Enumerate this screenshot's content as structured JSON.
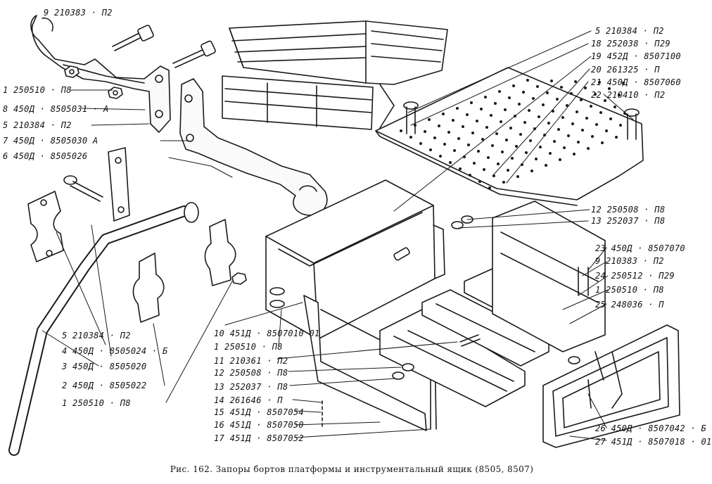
{
  "caption": "Рис. 162. Запоры бортов платформы и инструментальный ящик (8505, 8507)",
  "callouts": {
    "c01": "9  210383 · П2",
    "c02": "1   250510 · П8",
    "c03": "8   450Д · 8505031 · А",
    "c04": "5   210384 · П2",
    "c05": "7   450Д · 8505030 А",
    "c06": "6   450Д · 8505026",
    "c07": "5   210384 · П2",
    "c08": "4   450Д · 8505024 · Б",
    "c09": "3   450Д · 8505020",
    "c10": "2   450Д · 8505022",
    "c11": "1   250510 · П8",
    "c12": "10  451Д · 8507010 01",
    "c13": "1   250510 · П8",
    "c14": "11  210361 · П2",
    "c15": "12  250508 · П8",
    "c16": "13  252037 · П8",
    "c17": "14  261646   · П",
    "c18": "15  451Д · 8507054",
    "c19": "16  451Д · 8507050",
    "c20": "17  451Д · 8507052",
    "c21": "5   210384 · П2",
    "c22": "18  252038 · П29",
    "c23": "19  452Д · 8507100",
    "c24": "20  261325 · П",
    "c25": "21  450Д · 8507060",
    "c26": "22  210410 · П2",
    "c27": "12  250508 · П8",
    "c28": "13  252037 · П8",
    "c29": "23  450Д · 8507070",
    "c30": "9   210383 · П2",
    "c31": "24  250512 · П29",
    "c32": "1   250510 · П8",
    "c33": "25  248036 · П",
    "c34": "26  450Д · 8507042 · Б",
    "c35": "27  451Д · 8507018 · 01"
  },
  "colors": {
    "ink": "#1a1a1a",
    "paper": "#ffffff"
  }
}
